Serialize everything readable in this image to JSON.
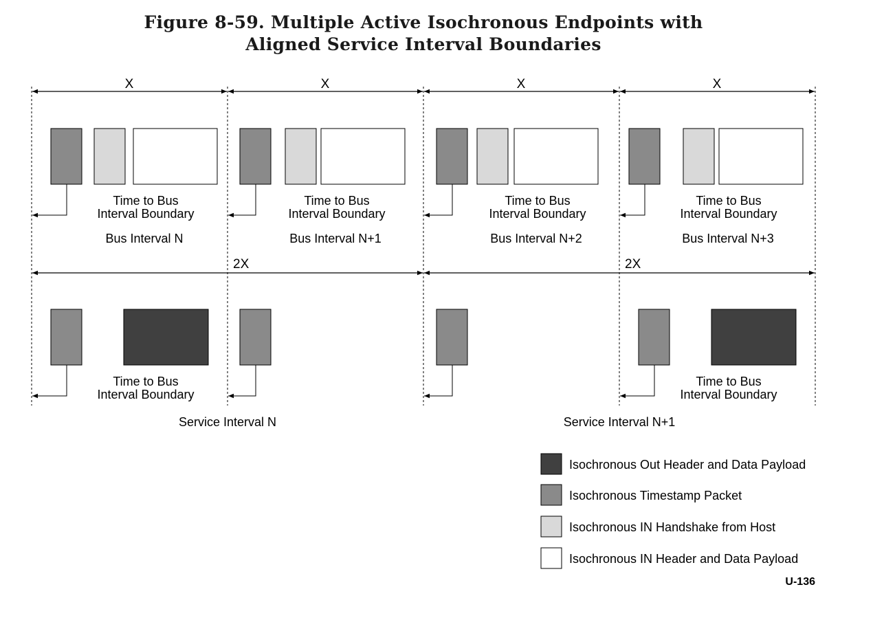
{
  "title": {
    "line1": "Figure 8-59.  Multiple Active Isochronous Endpoints with",
    "line2": "Aligned Service Interval Boundaries"
  },
  "colors": {
    "out_payload": "#404040",
    "timestamp": "#8a8a8a",
    "in_handshake": "#d9d9d9",
    "in_payload": "#ffffff",
    "line": "#000000"
  },
  "top_dimension_label": "X",
  "top_labels": {
    "time_line1": "Time to Bus",
    "time_line2": "Interval Boundary"
  },
  "bus_intervals": [
    {
      "dim_label": "X",
      "name": "Bus Interval N"
    },
    {
      "dim_label": "X",
      "name": "Bus Interval N+1"
    },
    {
      "dim_label": "X",
      "name": "Bus Interval N+2"
    },
    {
      "dim_label": "X",
      "name": "Bus Interval N+3"
    }
  ],
  "service_intervals": [
    {
      "dim_label": "2X",
      "name": "Service Interval N"
    },
    {
      "dim_label": "2X",
      "name": "Service Interval N+1"
    }
  ],
  "bottom_labels": {
    "time_line1": "Time to Bus",
    "time_line2": "Interval Boundary"
  },
  "legend": [
    {
      "key": "out_payload",
      "label": "Isochronous Out Header and Data Payload"
    },
    {
      "key": "timestamp",
      "label": "Isochronous Timestamp Packet"
    },
    {
      "key": "in_handshake",
      "label": "Isochronous IN Handshake from Host"
    },
    {
      "key": "in_payload",
      "label": "Isochronous IN Header and Data Payload"
    }
  ],
  "figure_id": "U-136"
}
